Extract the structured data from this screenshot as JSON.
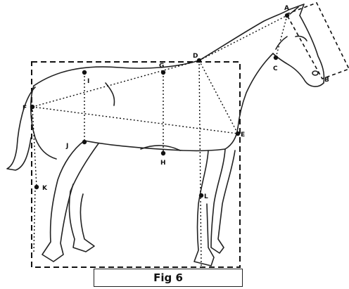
{
  "figure": {
    "caption": "Fig 6",
    "point_labels": {
      "A": "A",
      "B": "B",
      "C": "C",
      "D": "D",
      "E": "E",
      "F": "F",
      "G": "G",
      "H": "H",
      "I": "I",
      "J": "J",
      "K": "K",
      "L": "L"
    }
  }
}
